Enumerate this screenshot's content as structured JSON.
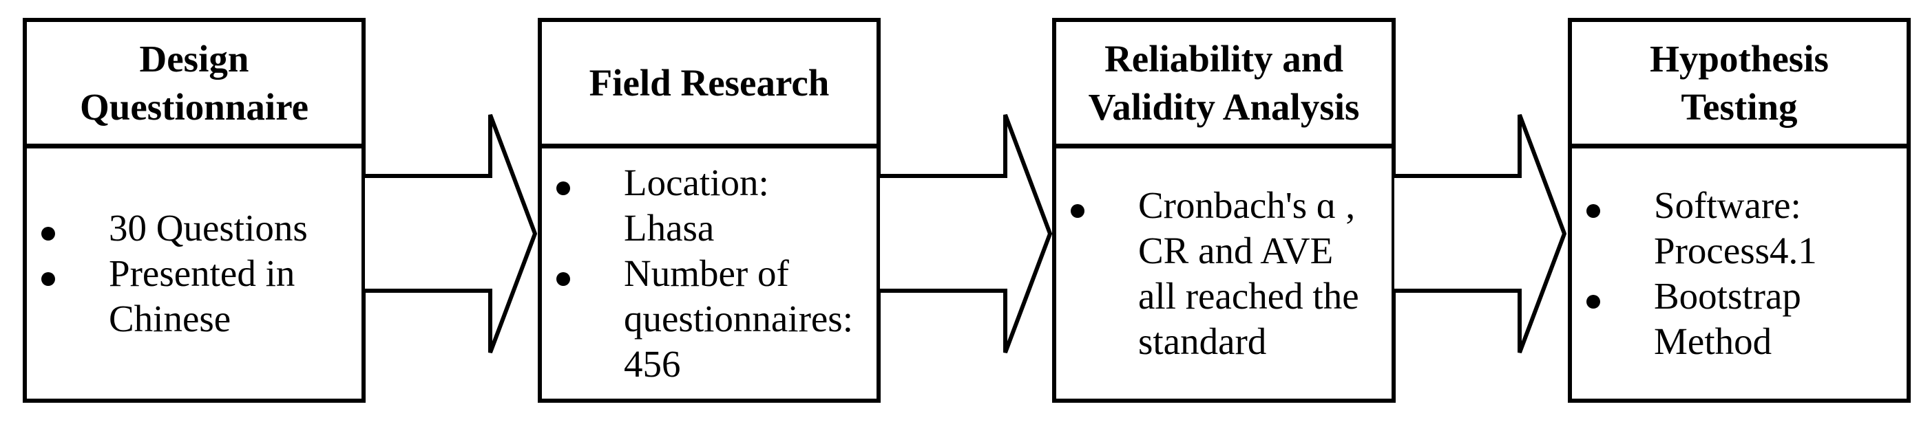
{
  "figure": {
    "background_color": "#ffffff",
    "line_color": "#000000",
    "arrow": {
      "direction": "right",
      "fill": "#ffffff",
      "stroke": "#000000"
    },
    "steps": [
      {
        "title": "Design\nQuestionnaire",
        "bullets": [
          "30 Questions",
          "Presented in\nChinese"
        ]
      },
      {
        "title": "Field Research",
        "bullets": [
          "Location:\nLhasa",
          "Number of\nquestionnaires:\n456"
        ]
      },
      {
        "title": "Reliability and\nValidity Analysis",
        "bullets": [
          "Cronbach's ɑ ,\nCR and AVE\nall reached the\nstandard"
        ]
      },
      {
        "title": "Hypothesis\nTesting",
        "bullets": [
          "Software:\nProcess4.1",
          "Bootstrap\nMethod"
        ]
      }
    ]
  }
}
